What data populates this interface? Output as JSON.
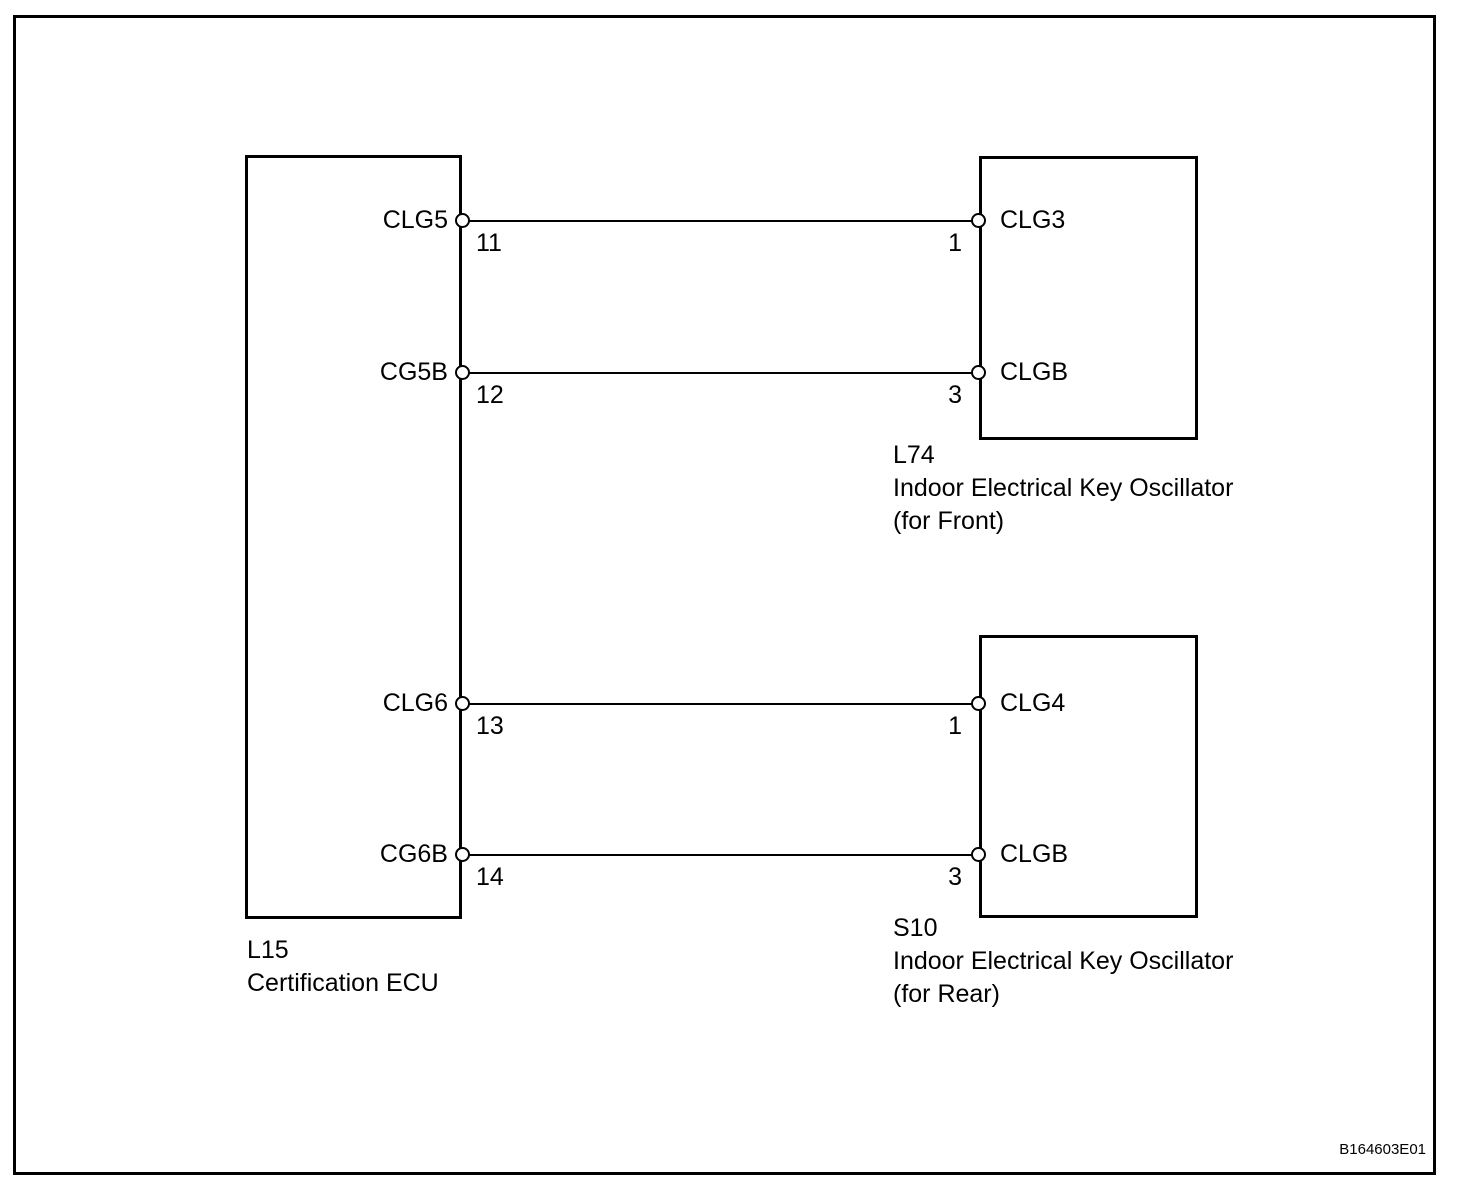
{
  "diagram": {
    "figure_code": "B164603E01",
    "colors": {
      "line": "#000000",
      "background": "#ffffff"
    },
    "components": {
      "ecu": {
        "id": "L15",
        "label": "Certification ECU",
        "pins": [
          {
            "name": "CLG5",
            "terminal": "11"
          },
          {
            "name": "CG5B",
            "terminal": "12"
          },
          {
            "name": "CLG6",
            "terminal": "13"
          },
          {
            "name": "CG6B",
            "terminal": "14"
          }
        ]
      },
      "front_oscillator": {
        "id": "L74",
        "label": "Indoor Electrical Key Oscillator",
        "sublabel": "(for Front)",
        "pins": [
          {
            "name": "CLG3",
            "terminal": "1"
          },
          {
            "name": "CLGB",
            "terminal": "3"
          }
        ]
      },
      "rear_oscillator": {
        "id": "S10",
        "label": "Indoor Electrical Key Oscillator",
        "sublabel": "(for Rear)",
        "pins": [
          {
            "name": "CLG4",
            "terminal": "1"
          },
          {
            "name": "CLGB",
            "terminal": "3"
          }
        ]
      }
    },
    "connections": [
      {
        "from": "L15 terminal 11 (CLG5)",
        "to": "L74 terminal 1 (CLG3)"
      },
      {
        "from": "L15 terminal 12 (CG5B)",
        "to": "L74 terminal 3 (CLGB)"
      },
      {
        "from": "L15 terminal 13 (CLG6)",
        "to": "S10 terminal 1 (CLG4)"
      },
      {
        "from": "L15 terminal 14 (CG6B)",
        "to": "S10 terminal 3 (CLGB)"
      }
    ]
  }
}
